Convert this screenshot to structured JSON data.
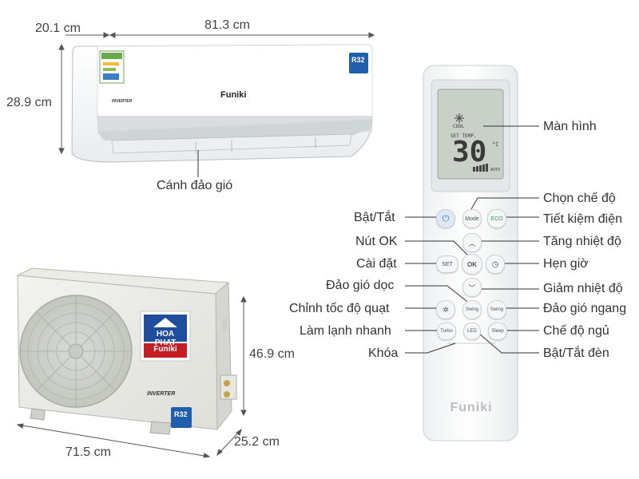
{
  "indoor_unit": {
    "depth": "20.1 cm",
    "width": "81.3 cm",
    "height": "28.9 cm",
    "brand": "Funiki",
    "inverter_badge": "INVERTER",
    "refrigerant_badge": "R32",
    "callout_louver": "Cánh đảo gió"
  },
  "outdoor_unit": {
    "height": "46.9 cm",
    "width": "71.5 cm",
    "depth": "25.2 cm",
    "brand_top": "HOA PHAT",
    "brand_bottom": "Funiki",
    "inverter_badge": "INVERTER",
    "refrigerant_badge": "R32"
  },
  "remote": {
    "brand": "Funiki",
    "lcd": {
      "mode": "COOL",
      "set_temp_label": "SET TEMP.",
      "temperature": "30",
      "unit": "°C",
      "fan": "AUTO"
    },
    "buttons": {
      "mode": "Mode",
      "eco": "ECO",
      "set": "SET",
      "ok": "OK",
      "swing_v": "Swing",
      "swing_h": "Swing",
      "turbo": "Turbo",
      "led": "LED",
      "sleep": "Sleep"
    },
    "callouts_left": [
      "Bật/Tắt",
      "Nút OK",
      "Cài đặt",
      "Đảo gió dọc",
      "Chỉnh tốc độ quạt",
      "Làm lạnh nhanh",
      "Khóa"
    ],
    "callouts_right": [
      "Màn hình",
      "Chọn chế độ",
      "Tiết kiệm điện",
      "Tăng nhiệt độ",
      "Hẹn giờ",
      "Giảm nhiệt độ",
      "Đảo gió ngang",
      "Chế độ ngủ",
      "Bật/Tắt đèn"
    ]
  },
  "colors": {
    "accent_blue": "#2d6fbf",
    "dimension_line": "#555555",
    "callout_line": "#333333"
  }
}
